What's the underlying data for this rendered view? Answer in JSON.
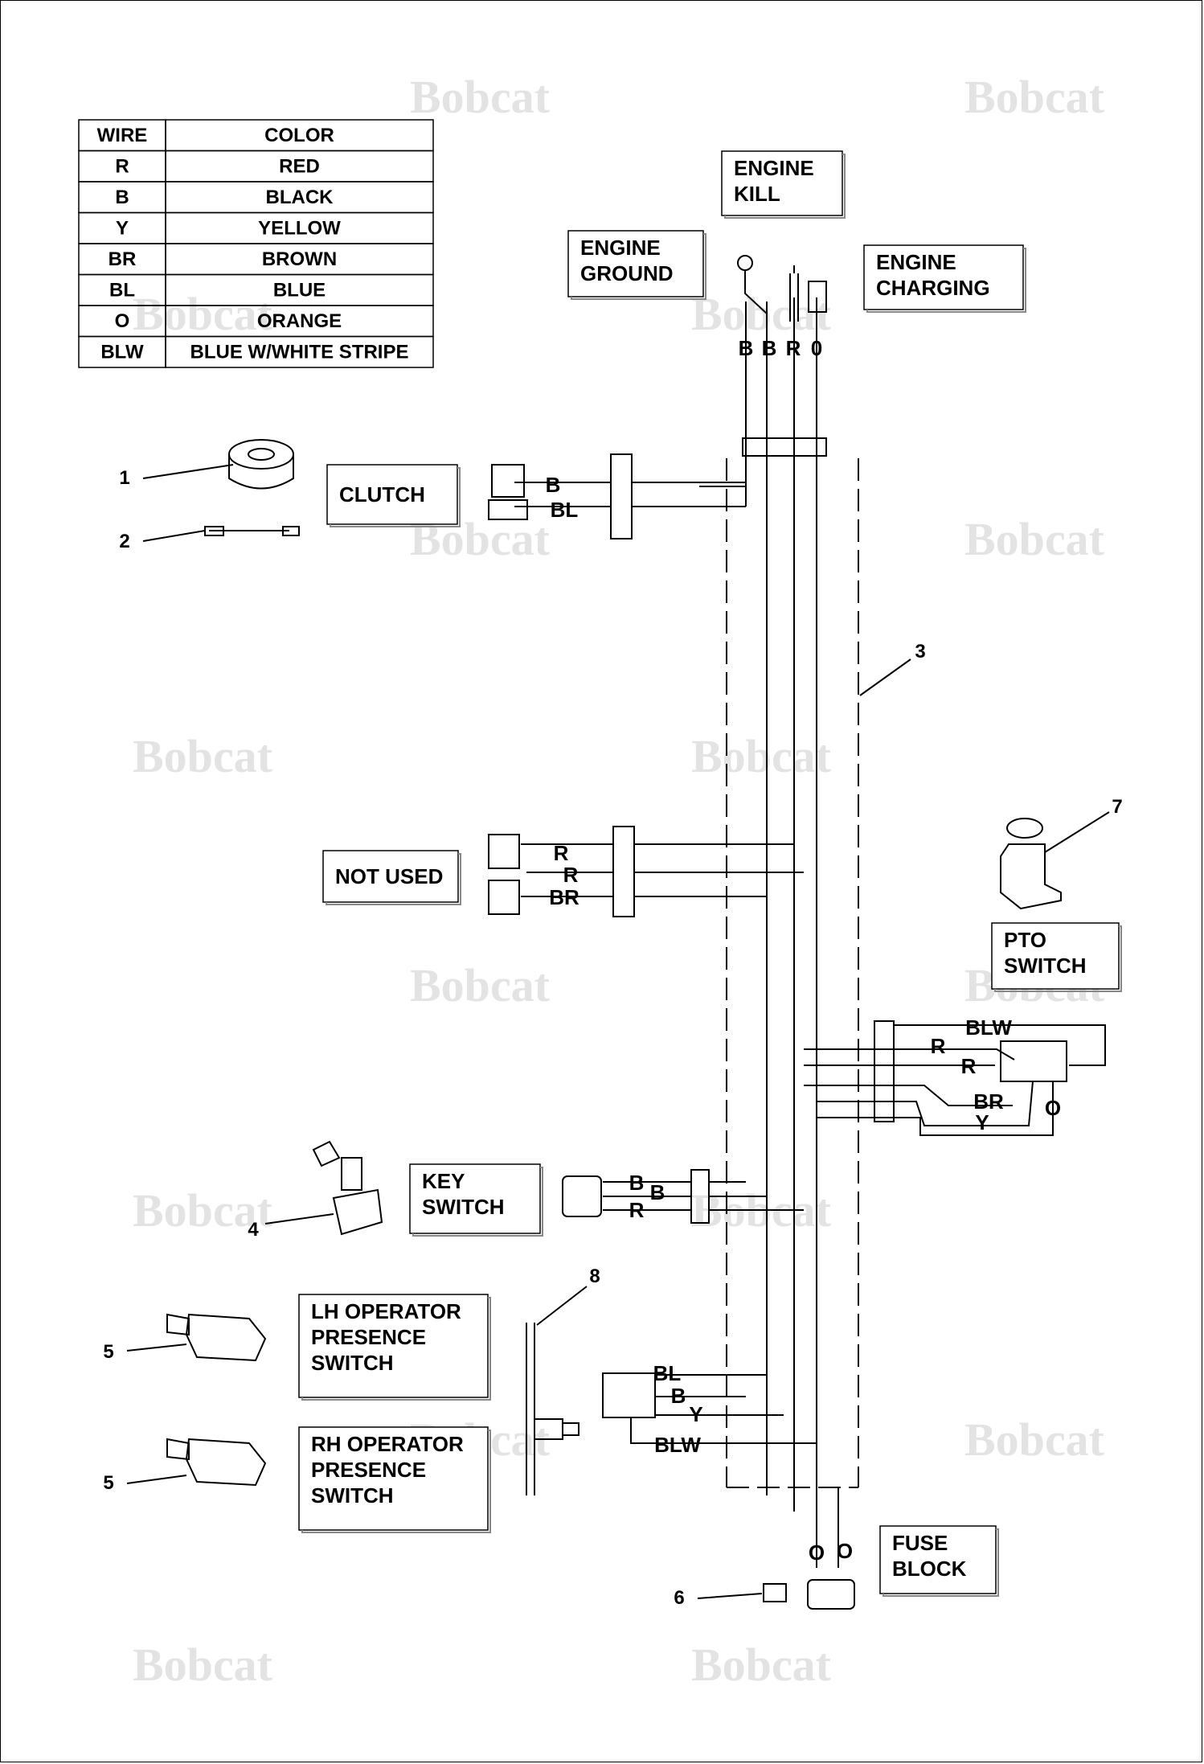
{
  "brand": "Bobcat",
  "wire_table": {
    "headers": [
      "WIRE",
      "COLOR"
    ],
    "rows": [
      [
        "R",
        "RED"
      ],
      [
        "B",
        "BLACK"
      ],
      [
        "Y",
        "YELLOW"
      ],
      [
        "BR",
        "BROWN"
      ],
      [
        "BL",
        "BLUE"
      ],
      [
        "O",
        "ORANGE"
      ],
      [
        "BLW",
        "BLUE W/WHITE STRIPE"
      ]
    ]
  },
  "boxes": {
    "engine_kill": [
      "ENGINE",
      "KILL"
    ],
    "engine_ground": [
      "ENGINE",
      "GROUND"
    ],
    "engine_charging": [
      "ENGINE",
      "CHARGING"
    ],
    "clutch": [
      "CLUTCH"
    ],
    "not_used": [
      "NOT USED"
    ],
    "pto_switch": [
      "PTO",
      "SWITCH"
    ],
    "key_switch": [
      "KEY",
      "SWITCH"
    ],
    "lh_operator": [
      "LH OPERATOR",
      "PRESENCE",
      "SWITCH"
    ],
    "rh_operator": [
      "RH OPERATOR",
      "PRESENCE",
      "SWITCH"
    ],
    "fuse_block": [
      "FUSE",
      "BLOCK"
    ]
  },
  "wires": {
    "top": [
      "B",
      "B",
      "R",
      "0"
    ],
    "clutch": [
      "B",
      "BL"
    ],
    "not_used": [
      "R",
      "R",
      "BR"
    ],
    "pto": [
      "BLW",
      "R",
      "R",
      "BR",
      "Y",
      "O"
    ],
    "key": [
      "B",
      "B",
      "R"
    ],
    "presence": [
      "BL",
      "B",
      "Y",
      "BLW"
    ],
    "fuse": [
      "O",
      "O"
    ]
  },
  "callouts": [
    "1",
    "2",
    "3",
    "4",
    "5",
    "5",
    "6",
    "7",
    "8"
  ],
  "colors": {
    "line": "#000000",
    "watermark": "#e3e3e3"
  }
}
